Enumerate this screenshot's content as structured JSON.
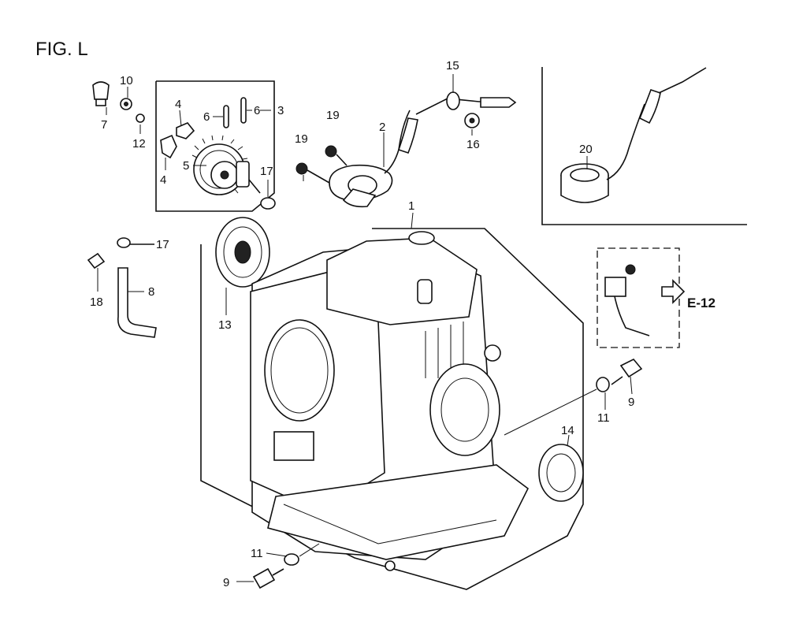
{
  "figure": {
    "title": "FIG. L",
    "reference": "E-12"
  },
  "callouts": [
    {
      "id": "c1",
      "text": "1"
    },
    {
      "id": "c2",
      "text": "2"
    },
    {
      "id": "c3",
      "text": "3"
    },
    {
      "id": "c4a",
      "text": "4"
    },
    {
      "id": "c4b",
      "text": "4"
    },
    {
      "id": "c5",
      "text": "5"
    },
    {
      "id": "c6a",
      "text": "6"
    },
    {
      "id": "c6b",
      "text": "6"
    },
    {
      "id": "c7",
      "text": "7"
    },
    {
      "id": "c8",
      "text": "8"
    },
    {
      "id": "c9a",
      "text": "9"
    },
    {
      "id": "c9b",
      "text": "9"
    },
    {
      "id": "c10",
      "text": "10"
    },
    {
      "id": "c11a",
      "text": "11"
    },
    {
      "id": "c11b",
      "text": "11"
    },
    {
      "id": "c12",
      "text": "12"
    },
    {
      "id": "c13",
      "text": "13"
    },
    {
      "id": "c14",
      "text": "14"
    },
    {
      "id": "c15",
      "text": "15"
    },
    {
      "id": "c16",
      "text": "16"
    },
    {
      "id": "c17a",
      "text": "17"
    },
    {
      "id": "c17b",
      "text": "17"
    },
    {
      "id": "c18",
      "text": "18"
    },
    {
      "id": "c19a",
      "text": "19"
    },
    {
      "id": "c19b",
      "text": "19"
    },
    {
      "id": "c20",
      "text": "20"
    }
  ]
}
